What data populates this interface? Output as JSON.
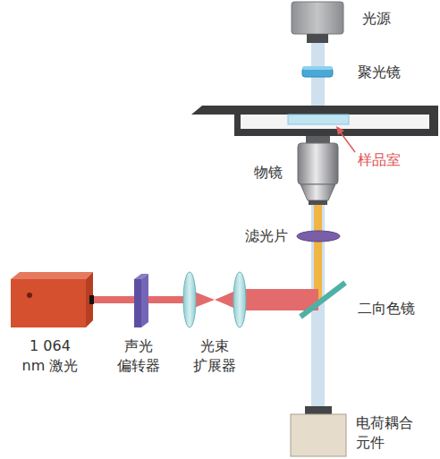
{
  "diagram": {
    "labels": [
      "光源",
      "聚光镜",
      "样品室",
      "物镜",
      "滤光片",
      "二向色镜",
      "1 064 nm 激光",
      "声光 偏转器",
      "光束 扩展器",
      "电荷耦合 元件"
    ]
  }
}
